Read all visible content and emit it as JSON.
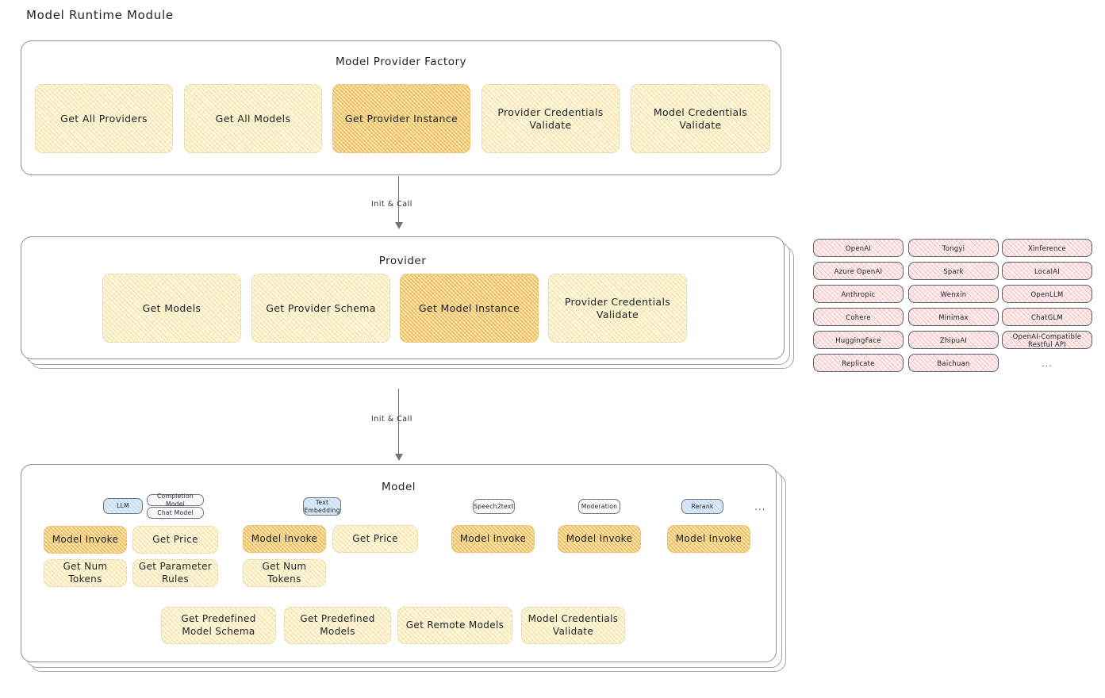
{
  "page": {
    "title": "Model Runtime Module"
  },
  "factory": {
    "title": "Model Provider Factory",
    "boxes": [
      {
        "label": "Get All Providers",
        "highlight": false
      },
      {
        "label": "Get All Models",
        "highlight": false
      },
      {
        "label": "Get Provider Instance",
        "highlight": true
      },
      {
        "label": "Provider Credentials Validate",
        "highlight": false
      },
      {
        "label": "Model Credentials Validate",
        "highlight": false
      }
    ]
  },
  "arrows": [
    {
      "label": "Init & Call"
    },
    {
      "label": "Init & Call"
    }
  ],
  "provider": {
    "title": "Provider",
    "boxes": [
      {
        "label": "Get Models",
        "highlight": false
      },
      {
        "label": "Get Provider Schema",
        "highlight": false
      },
      {
        "label": "Get Model Instance",
        "highlight": true
      },
      {
        "label": "Provider Credentials Validate",
        "highlight": false
      }
    ]
  },
  "provider_list": {
    "columns": [
      {
        "chips": [
          "OpenAI",
          "Azure OpenAI",
          "Anthropic",
          "Cohere",
          "HuggingFace",
          "Replicate"
        ]
      },
      {
        "chips": [
          "Tongyi",
          "Spark",
          "Wenxin",
          "Minimax",
          "ZhipuAI",
          "Baichuan"
        ]
      },
      {
        "chips": [
          "Xinference",
          "LocalAI",
          "OpenLLM",
          "ChatGLM",
          "OpenAI-Compatible Restful API"
        ]
      }
    ],
    "more": "..."
  },
  "model": {
    "title": "Model",
    "more": "...",
    "groups": [
      {
        "chip": "LLM",
        "chip_style": "blue",
        "subchips": [
          "Completion Model",
          "Chat Model"
        ],
        "boxes": [
          {
            "label": "Model Invoke",
            "highlight": true
          },
          {
            "label": "Get Price",
            "highlight": false
          },
          {
            "label": "Get Num Tokens",
            "highlight": false
          },
          {
            "label": "Get Parameter Rules",
            "highlight": false
          }
        ]
      },
      {
        "chip": "Text Embedding",
        "chip_style": "blue",
        "subchips": [],
        "boxes": [
          {
            "label": "Model Invoke",
            "highlight": true
          },
          {
            "label": "Get Price",
            "highlight": false
          },
          {
            "label": "Get Num Tokens",
            "highlight": false
          }
        ]
      },
      {
        "chip": "Speech2text",
        "chip_style": "plain",
        "subchips": [],
        "boxes": [
          {
            "label": "Model Invoke",
            "highlight": true
          }
        ]
      },
      {
        "chip": "Moderation",
        "chip_style": "plain",
        "subchips": [],
        "boxes": [
          {
            "label": "Model Invoke",
            "highlight": true
          }
        ]
      },
      {
        "chip": "Rerank",
        "chip_style": "blue",
        "subchips": [],
        "boxes": [
          {
            "label": "Model Invoke",
            "highlight": true
          }
        ]
      }
    ],
    "common_boxes": [
      {
        "label": "Get Predefined Model Schema"
      },
      {
        "label": "Get Predefined Models"
      },
      {
        "label": "Get Remote Models"
      },
      {
        "label": "Model Credentials Validate"
      }
    ]
  },
  "colors": {
    "box_fill": "#fdf8e2",
    "box_fill_highlight": "#fbe8bb",
    "provider_chip_fill": "#fdf0f0",
    "type_chip_blue": "#dbeaf8",
    "outline": "#8a8f96"
  }
}
